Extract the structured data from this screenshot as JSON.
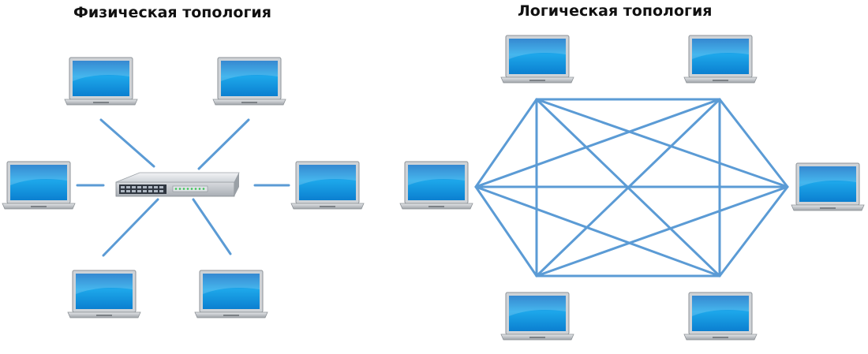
{
  "physical": {
    "title": "Физическая топология",
    "device": "switch-icon",
    "nodes": 6,
    "link_color": "#5b9bd5"
  },
  "logical": {
    "title": "Логическая топология",
    "nodes": 6,
    "connection": "full-mesh",
    "link_color": "#5b9bd5"
  },
  "colors": {
    "screen": "#1a9be0",
    "laptop_body": "#c9cdd2",
    "link": "#5b9bd5"
  }
}
